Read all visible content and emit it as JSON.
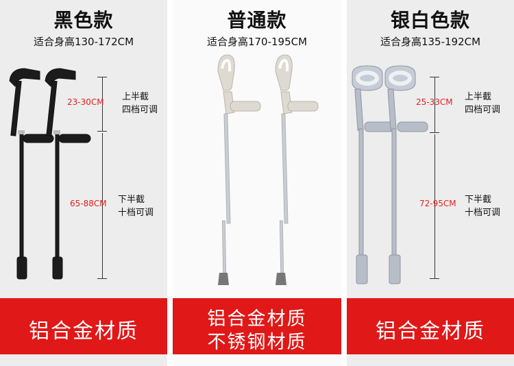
{
  "panels": [
    {
      "title": "黑色款",
      "height_range": "适合身高130-172CM",
      "upper_range": "23-30CM",
      "upper_note": [
        "上半截",
        "四档可调"
      ],
      "lower_range": "65-88CM",
      "lower_note": [
        "下半截",
        "十档可调"
      ],
      "material": [
        "铝合金材质"
      ],
      "color": "#1a1a1a"
    },
    {
      "title": "普通款",
      "height_range": "适合身高170-195CM",
      "material": [
        "铝合金材质",
        "不锈钢材质"
      ],
      "color": "#d8d4cc"
    },
    {
      "title": "银白色款",
      "height_range": "适合身高135-192CM",
      "upper_range": "25-33CM",
      "upper_note": [
        "上半截",
        "四档可调"
      ],
      "lower_range": "72-95CM",
      "lower_note": [
        "下半截",
        "十档可调"
      ],
      "material": [
        "铝合金材质"
      ],
      "color": "#a9b0bb"
    }
  ],
  "colors": {
    "banner": "#e01818",
    "range_text": "#e12020"
  }
}
